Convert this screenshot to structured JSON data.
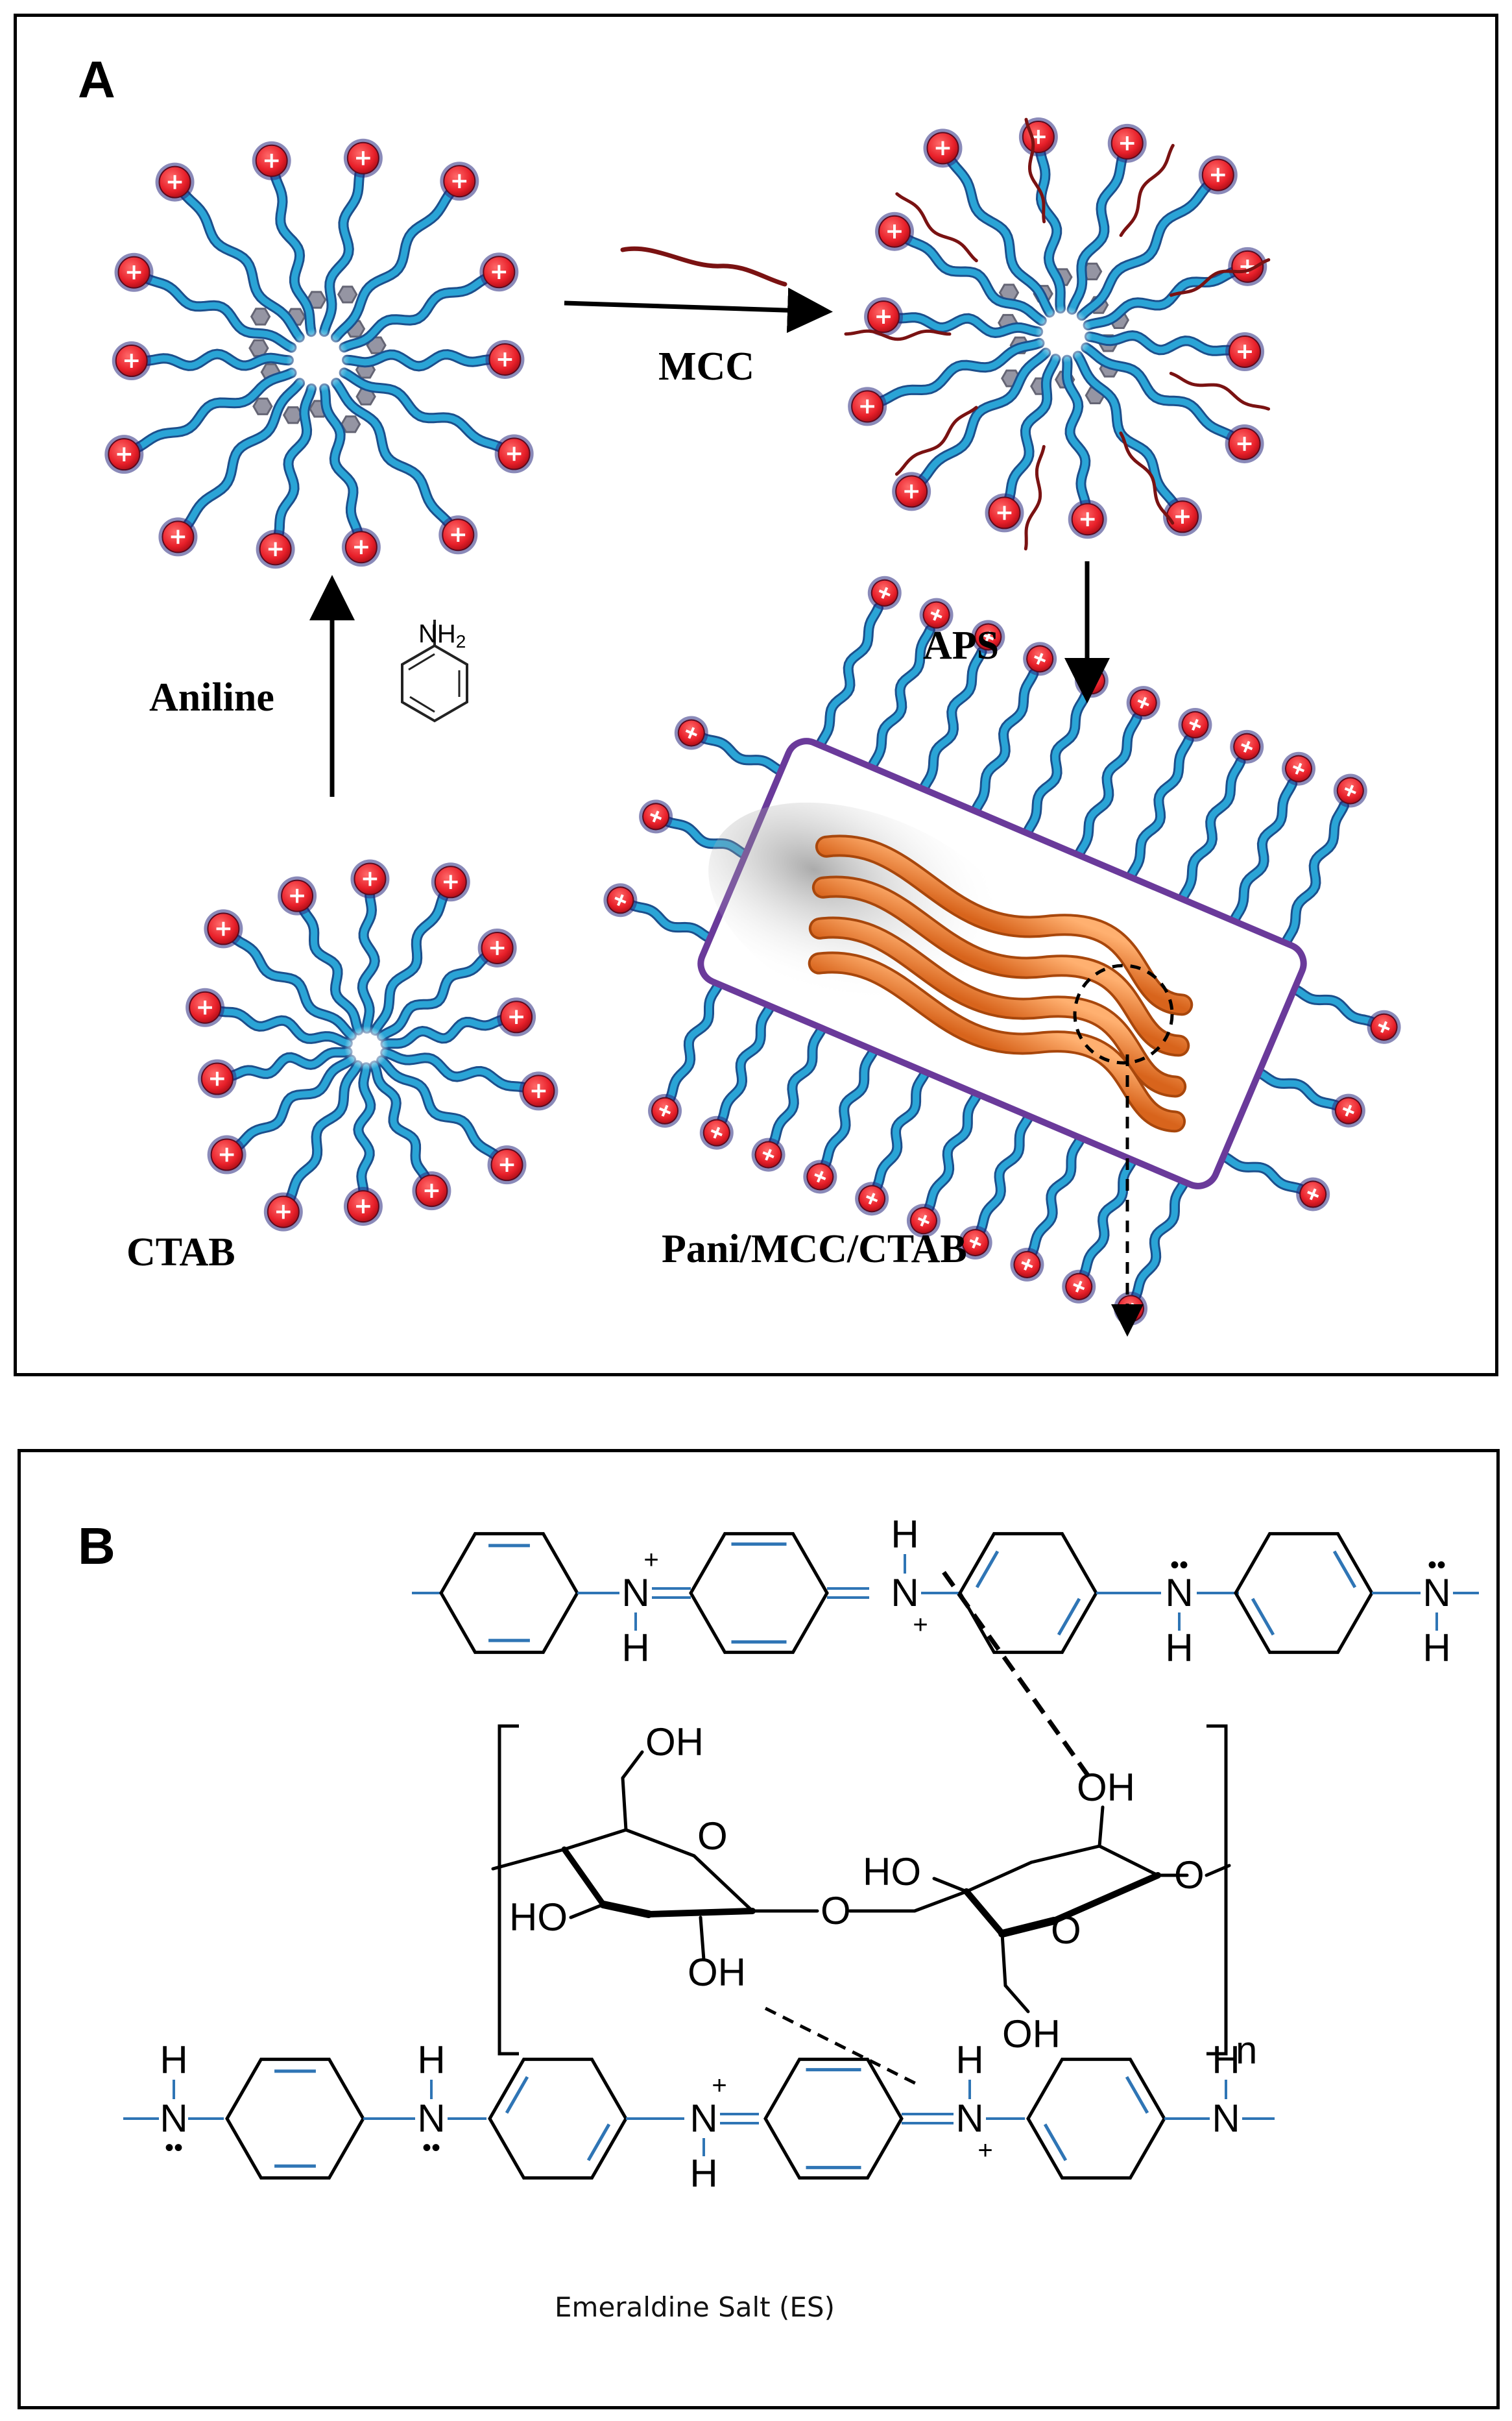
{
  "panel_a": {
    "letter": "A",
    "labels": {
      "mcc": "MCC",
      "aniline": "Aniline",
      "aps": "APS",
      "ctab": "CTAB",
      "composite": "Pani/MCC/CTAB",
      "nh2": "NH",
      "nh2_sub": "2"
    }
  },
  "panel_b": {
    "letter": "B",
    "atoms": {
      "n": "N",
      "h": "H",
      "plus": "+",
      "lone_pair": "••",
      "o": "O",
      "oh": "OH",
      "ho": "HO",
      "n_sub": "n"
    },
    "caption": "Emeraldine Salt (ES)"
  },
  "colors": {
    "head": "#e8202a",
    "head_halo": "#2a2a80",
    "tail": "#2aa4d6",
    "tail_outline": "#1c4f8c",
    "ring_core": "#556",
    "mcc_fiber": "#7a1212",
    "pani": "#f08a3a",
    "rect": "#6a3a9a",
    "bond_blue": "#2f75b5"
  }
}
